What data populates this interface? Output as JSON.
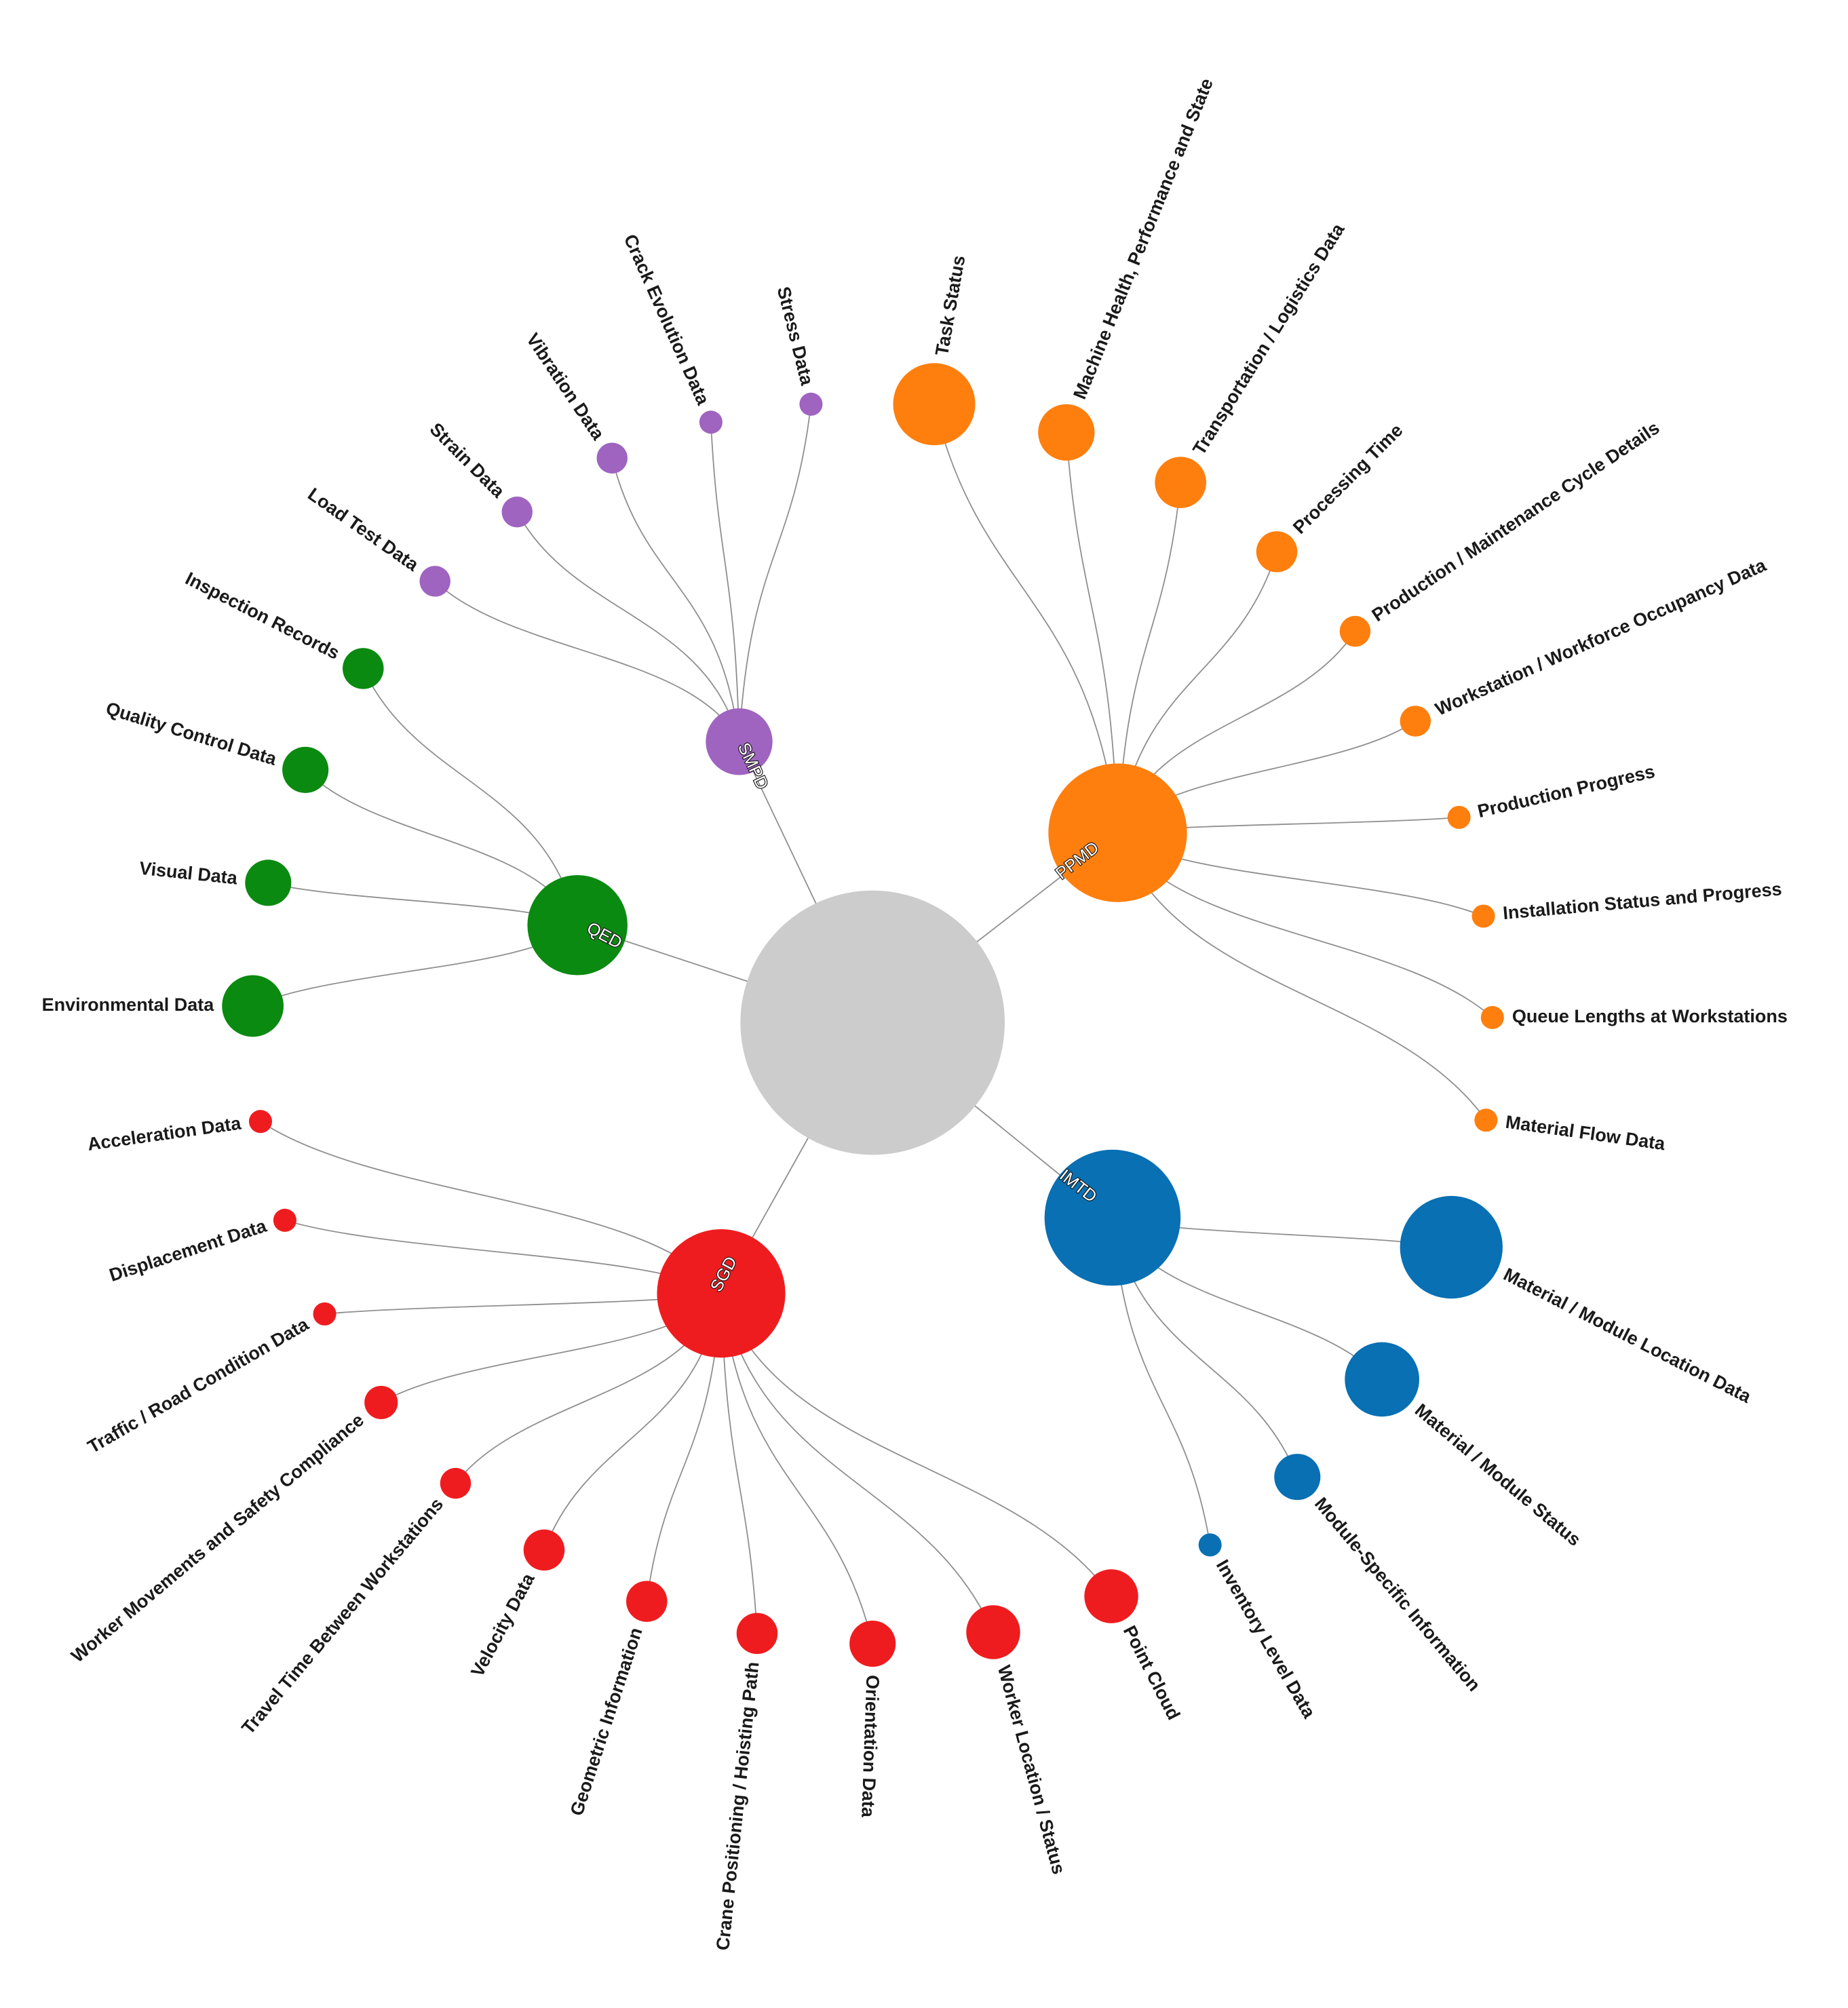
{
  "colors": {
    "root": "#cccccc",
    "SMPD": "#9f63c0",
    "PPMD": "#ff7f0e",
    "QED": "#0a8a10",
    "SGD": "#ef1c1f",
    "IMTD": "#0870b3",
    "link": "#8f8f8f"
  },
  "root": {
    "label": ""
  },
  "groups": [
    {
      "id": "SMPD",
      "label": "SMPD",
      "children": [
        "Stress Data",
        "Crack Evolution Data",
        "Vibration Data",
        "Strain Data",
        "Load Test Data"
      ]
    },
    {
      "id": "PPMD",
      "label": "PPMD",
      "children": [
        "Task Status",
        "Machine Health, Performance and State",
        "Transportation / Logistics Data",
        "Processing Time",
        "Production / Maintenance Cycle Details",
        "Workstation / Workforce Occupancy Data",
        "Production Progress",
        "Installation Status and Progress",
        "Queue Lengths at Workstations",
        "Material Flow Data"
      ]
    },
    {
      "id": "QED",
      "label": "QED",
      "children": [
        "Inspection Records",
        "Quality Control Data",
        "Visual Data",
        "Environmental Data"
      ]
    },
    {
      "id": "SGD",
      "label": "SGD",
      "children": [
        "Acceleration Data",
        "Displacement Data",
        "Traffic / Road Condition Data",
        "Worker Movements and Safety Compliance",
        "Travel Time Between Workstations",
        "Velocity Data",
        "Geometric Information",
        "Crane Positioning / Hoisting Path",
        "Orientation Data",
        "Worker Location / Status",
        "Point Cloud"
      ]
    },
    {
      "id": "IMTD",
      "label": "IMTD",
      "children": [
        "Material / Module Location Data",
        "Material / Module Status",
        "Module-Specific Information",
        "Inventory Level Data"
      ]
    }
  ]
}
